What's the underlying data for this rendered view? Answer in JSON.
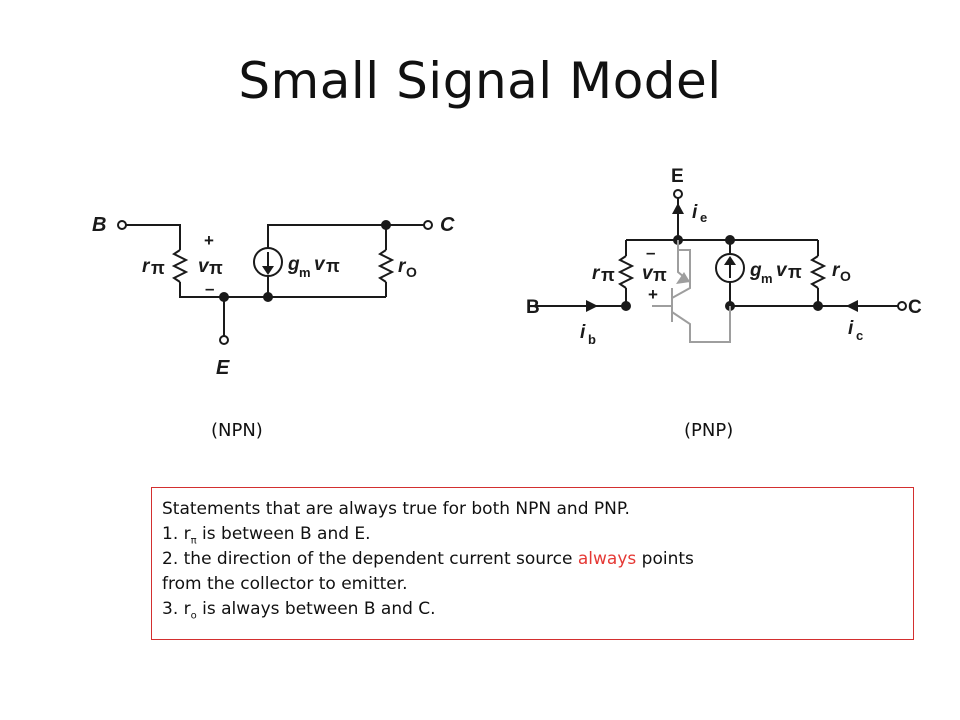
{
  "slide": {
    "title": "Small Signal Model"
  },
  "npn": {
    "caption": "(NPN)",
    "labels": {
      "base": "B",
      "collector": "C",
      "emitter": "E",
      "r": "r",
      "pi": "π",
      "v": "v",
      "plus": "+",
      "minus": "–",
      "g": "g",
      "m": "m",
      "o": "O"
    }
  },
  "pnp": {
    "caption": "(PNP)",
    "labels": {
      "base": "B",
      "collector": "C",
      "emitter": "E",
      "r": "r",
      "pi": "π",
      "v": "v",
      "plus": "+",
      "minus": "–",
      "g": "g",
      "m": "m",
      "o": "O",
      "i": "i",
      "e_sub": "e",
      "b_sub": "b",
      "c_sub": "c"
    }
  },
  "statements": {
    "heading": "Statements that are always true for both NPN and PNP.",
    "s1_prefix": "1.  r",
    "s1_sub": "π",
    "s1_rest": " is between B and E.",
    "s2_prefix": "2.  the direction of the dependent current source ",
    "s2_highlight": "always",
    "s2_suffix": " points",
    "s2_line2": "from the collector to emitter.",
    "s3_prefix": "3.  r",
    "s3_sub": "o",
    "s3_rest": " is always between B and C."
  },
  "colors": {
    "text": "#111111",
    "wire": "#1a1a1a",
    "transistor": "#9e9e9e",
    "box_border": "#d32f2f",
    "highlight": "#e53935"
  }
}
